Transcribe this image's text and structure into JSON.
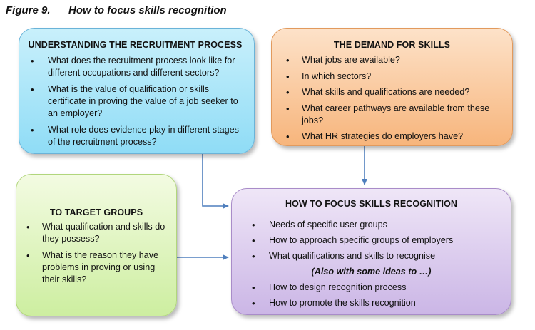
{
  "figure": {
    "number": "Figure 9.",
    "title": "How to focus skills recognition"
  },
  "boxes": {
    "recruitment": {
      "title": "UNDERSTANDING THE RECRUITMENT PROCESS",
      "items": [
        "What does the recruitment process look like for different occupations and different sectors?",
        "What is the value of qualification or skills certificate in proving the value of a job seeker to an employer?",
        "What role does evidence play in different stages of the recruitment process?"
      ]
    },
    "demand": {
      "title": "THE DEMAND FOR SKILLS",
      "items": [
        "What jobs are available?",
        "In which sectors?",
        "What skills and qualifications are needed?",
        "What career pathways are available from these jobs?",
        "What HR strategies do employers have?"
      ]
    },
    "target": {
      "title": "TO TARGET GROUPS",
      "items": [
        "What qualification and skills do they possess?",
        "What is the reason they have problems in proving or using their skills?"
      ]
    },
    "focus": {
      "title": "HOW TO FOCUS SKILLS RECOGNITION",
      "items": [
        "Needs of specific user groups",
        "How to approach specific groups of employers",
        "What qualifications and skills to recognise"
      ],
      "subheading": "(Also with some ideas to …)",
      "items_after": [
        "How to design recognition process",
        "How to promote the skills recognition"
      ]
    }
  },
  "colors": {
    "arrow": "#4f7fbd"
  }
}
